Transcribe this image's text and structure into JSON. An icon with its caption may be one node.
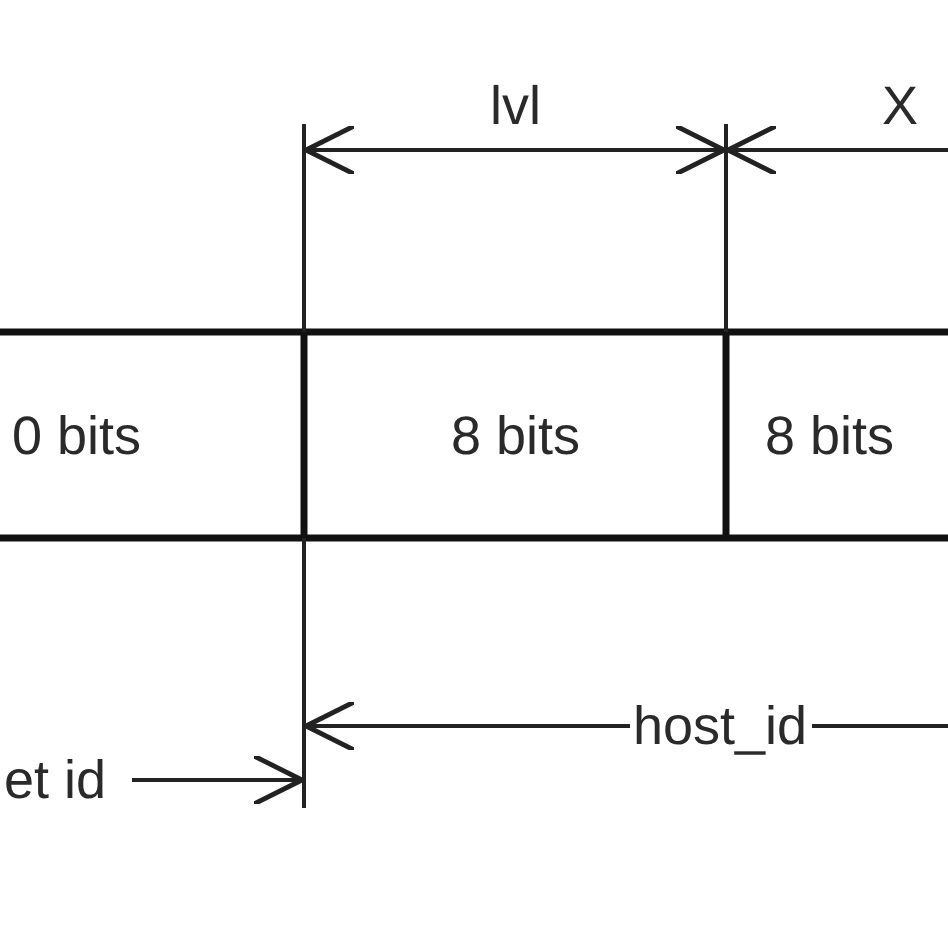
{
  "diagram": {
    "labels": [
      "lvl",
      "X",
      "0 bits",
      "8 bits",
      "8 bits",
      "et id",
      "host_id"
    ]
  }
}
